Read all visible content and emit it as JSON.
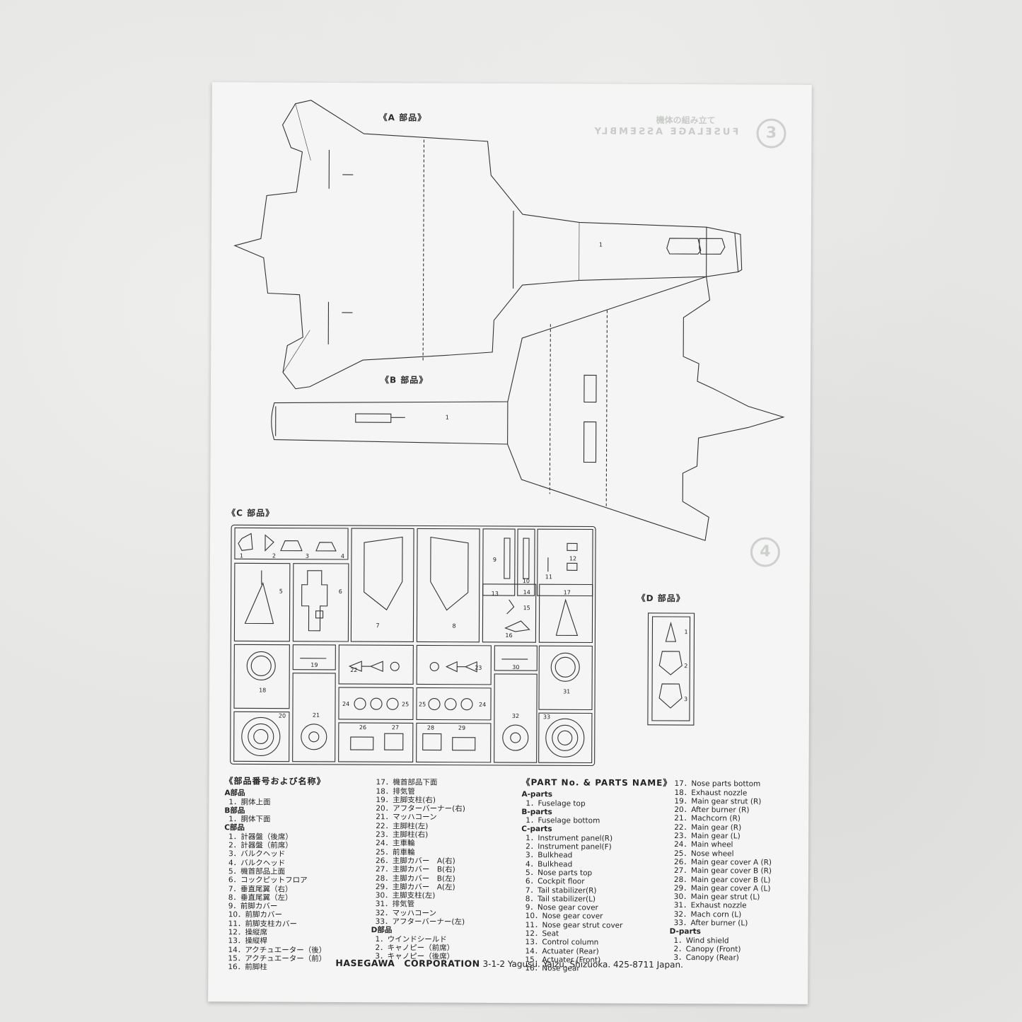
{
  "headings": {
    "a_parts": "《A 部品》",
    "b_parts": "《B 部品》",
    "c_parts": "《C 部品》",
    "d_parts": "《D 部品》"
  },
  "show_through": {
    "step3_number": "3",
    "step3_jp": "機体の組み立て",
    "step3_en": "FUSELAGE ASSEMBLY",
    "step4_number": "4"
  },
  "fuselage_labels": {
    "a_part_number": "1",
    "b_part_number": "1"
  },
  "sprue_c_numbers": [
    "1",
    "2",
    "3",
    "4",
    "5",
    "6",
    "7",
    "8",
    "9",
    "10",
    "11",
    "12",
    "13",
    "14",
    "15",
    "16",
    "17",
    "18",
    "19",
    "20",
    "21",
    "22",
    "23",
    "24",
    "25",
    "25",
    "24",
    "26",
    "27",
    "28",
    "29",
    "30",
    "31",
    "32",
    "33"
  ],
  "sprue_d_numbers": [
    "1",
    "2",
    "3"
  ],
  "jp_list": {
    "heading": "《部品番号および名称》",
    "col1": [
      {
        "t": "A部品",
        "g": true
      },
      {
        "t": "1．胴体上面"
      },
      {
        "t": "B部品",
        "g": true
      },
      {
        "t": "1．胴体下面"
      },
      {
        "t": "C部品",
        "g": true
      },
      {
        "t": "1．計器盤（後席）"
      },
      {
        "t": "2．計器盤（前席）"
      },
      {
        "t": "3．バルクヘッド"
      },
      {
        "t": "4．バルクヘッド"
      },
      {
        "t": "5．機首部品上面"
      },
      {
        "t": "6．コックピットフロア"
      },
      {
        "t": "7．垂直尾翼（右）"
      },
      {
        "t": "8．垂直尾翼（左）"
      },
      {
        "t": "9．前脚カバー"
      },
      {
        "t": "10．前脚カバー"
      },
      {
        "t": "11．前脚支柱カバー"
      },
      {
        "t": "12．操縦席"
      },
      {
        "t": "13．操縦桿"
      },
      {
        "t": "14．アクチュエーター（後）"
      },
      {
        "t": "15．アクチュエーター（前）"
      },
      {
        "t": "16．前脚柱"
      }
    ],
    "col2": [
      {
        "t": "17．機首部品下面"
      },
      {
        "t": "18．排気管"
      },
      {
        "t": "19．主脚支柱(右)"
      },
      {
        "t": "20．アフターバーナー(右)"
      },
      {
        "t": "21．マッハコーン"
      },
      {
        "t": "22．主脚柱(左)"
      },
      {
        "t": "23．主脚柱(右)"
      },
      {
        "t": "24．主車輪"
      },
      {
        "t": "25．前車輪"
      },
      {
        "t": "26．主脚カバー　A(右)"
      },
      {
        "t": "27．主脚カバー　B(右)"
      },
      {
        "t": "28．主脚カバー　B(左)"
      },
      {
        "t": "29．主脚カバー　A(左)"
      },
      {
        "t": "30．主脚支柱(左)"
      },
      {
        "t": "31．排気管"
      },
      {
        "t": "32．マッハコーン"
      },
      {
        "t": "33．アフターバーナー(左)"
      },
      {
        "t": "D部品",
        "g": true
      },
      {
        "t": "1．ウインドシールド"
      },
      {
        "t": "2．キャノピー（前席）"
      },
      {
        "t": "3．キャノピー（後席）"
      }
    ]
  },
  "en_list": {
    "heading": "《PART No. & PARTS NAME》",
    "col1": [
      {
        "t": "A-parts",
        "g": true
      },
      {
        "t": "1．Fuselage top"
      },
      {
        "t": "B-parts",
        "g": true
      },
      {
        "t": "1．Fuselage bottom"
      },
      {
        "t": "C-parts",
        "g": true
      },
      {
        "t": "1．Instrument panel(R)"
      },
      {
        "t": "2．Instrument panel(F)"
      },
      {
        "t": "3．Bulkhead"
      },
      {
        "t": "4．Bulkhead"
      },
      {
        "t": "5．Nose parts top"
      },
      {
        "t": "6．Cockpit floor"
      },
      {
        "t": "7．Tail stabilizer(R)"
      },
      {
        "t": "8．Tail stabilizer(L)"
      },
      {
        "t": "9．Nose gear cover"
      },
      {
        "t": "10．Nose gear cover"
      },
      {
        "t": "11．Nose gear strut cover"
      },
      {
        "t": "12．Seat"
      },
      {
        "t": "13．Control column"
      },
      {
        "t": "14．Actuater (Rear)"
      },
      {
        "t": "15．Actuater (Front)"
      },
      {
        "t": "16．Nose gear"
      }
    ],
    "col2": [
      {
        "t": "17．Nose parts bottom"
      },
      {
        "t": "18．Exhaust nozzle"
      },
      {
        "t": "19．Main gear strut (R)"
      },
      {
        "t": "20．After burner (R)"
      },
      {
        "t": "21．Machcorn (R)"
      },
      {
        "t": "22．Main gear (R)"
      },
      {
        "t": "23．Main gear (L)"
      },
      {
        "t": "24．Main wheel"
      },
      {
        "t": "25．Nose wheel"
      },
      {
        "t": "26．Main gear cover A (R)"
      },
      {
        "t": "27．Main gear cover B (R)"
      },
      {
        "t": "28．Main gear cover B (L)"
      },
      {
        "t": "29．Main gear cover A (L)"
      },
      {
        "t": "30．Main gear strut (L)"
      },
      {
        "t": "31．Exhaust nozzle"
      },
      {
        "t": "32．Mach corn (L)"
      },
      {
        "t": "33．After burner (L)"
      },
      {
        "t": "D-parts",
        "g": true
      },
      {
        "t": "1．Wind shield"
      },
      {
        "t": "2．Canopy (Front)"
      },
      {
        "t": "3．Canopy (Rear)"
      }
    ]
  },
  "footer": {
    "company": "HASEGAWA　CORPORATION",
    "address": "3-1-2 Yagusu. Yaizu. Shizuoka. 425-8711 Japan."
  }
}
